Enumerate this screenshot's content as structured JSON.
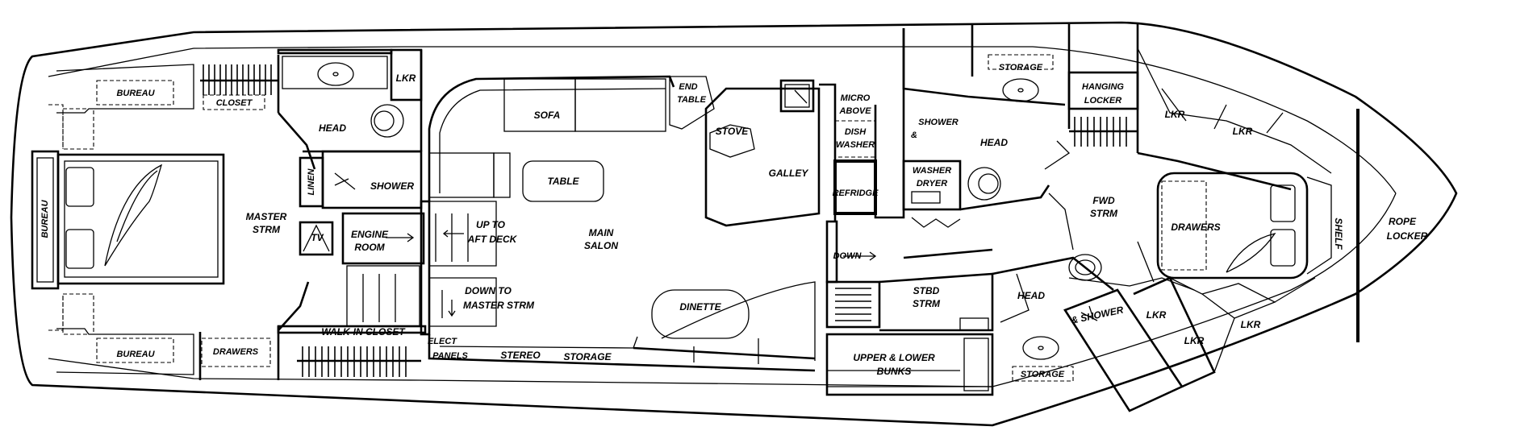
{
  "labels": {
    "bureau_top": "BUREAU",
    "closet_top": "CLOSET",
    "lkr_aft": "LKR",
    "head_aft": "HEAD",
    "bureau_side": "BUREAU",
    "master_strm": [
      "MASTER",
      "STRM"
    ],
    "linen": "LINEN",
    "shower_aft": "SHOWER",
    "tv": "TV",
    "engine_room": [
      "ENGINE",
      "ROOM"
    ],
    "bureau_bottom": "BUREAU",
    "drawers_aft": "DRAWERS",
    "walk_in_closet": "WALK-IN CLOSET",
    "sofa": "SOFA",
    "table": "TABLE",
    "up_to_aft_deck": [
      "UP TO",
      "AFT DECK"
    ],
    "main_salon": [
      "MAIN",
      "SALON"
    ],
    "down_to_master": [
      "DOWN TO",
      "MASTER STRM"
    ],
    "dinette": "DINETTE",
    "elect_panels": [
      "ELECT",
      "PANELS"
    ],
    "stereo": "STEREO",
    "storage_salon": "STORAGE",
    "end_table": [
      "END",
      "TABLE"
    ],
    "stove": "STOVE",
    "galley": "GALLEY",
    "micro_above": [
      "MICRO",
      "ABOVE"
    ],
    "dish_washer": [
      "DISH",
      "WASHER"
    ],
    "refridge": "REFRIDGE",
    "washer_dryer": [
      "WASHER",
      "DRYER"
    ],
    "down": "DOWN",
    "stbd_strm": [
      "STBD",
      "STRM"
    ],
    "upper_lower_bunks": [
      "UPPER & LOWER",
      "BUNKS"
    ],
    "storage_top": "STORAGE",
    "shower_fwd_top": [
      "SHOWER",
      "&"
    ],
    "head_fwd": "HEAD",
    "hanging_locker": [
      "HANGING",
      "LOCKER"
    ],
    "lkr_1": "LKR",
    "lkr_2": "LKR",
    "fwd_strm": [
      "FWD",
      "STRM"
    ],
    "drawers_fwd": "DRAWERS",
    "shelf": "SHELF",
    "rope_locker": [
      "ROPE",
      "LOCKER"
    ],
    "head_stbd": "HEAD",
    "shower_stbd": "& SHOWER",
    "lkr_3": "LKR",
    "lkr_4": "LKR",
    "lkr_5": "LKR",
    "storage_bottom": "STORAGE"
  }
}
